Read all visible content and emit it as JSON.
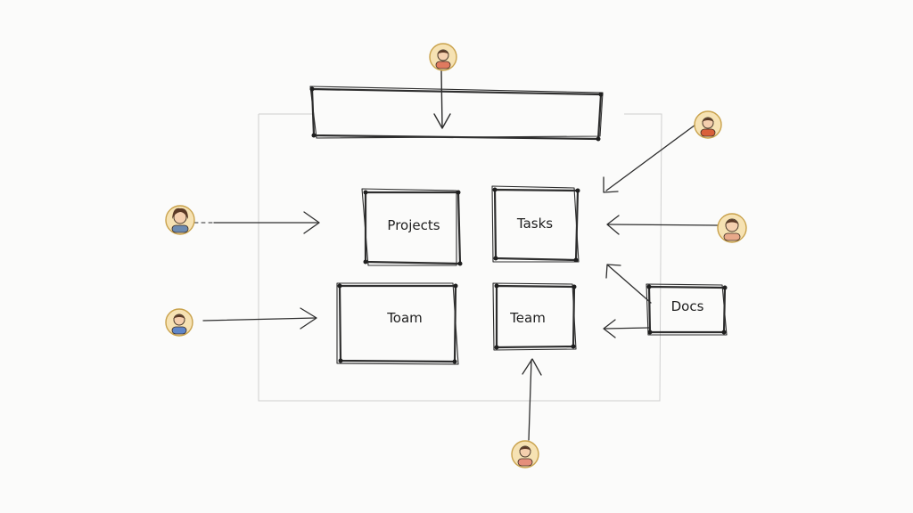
{
  "diagram": {
    "boxes": [
      {
        "id": "header-bar",
        "label": ""
      },
      {
        "id": "projects",
        "label": "Projects"
      },
      {
        "id": "tasks",
        "label": "Tasks"
      },
      {
        "id": "team-left",
        "label": "Toam"
      },
      {
        "id": "team-right",
        "label": "Team"
      },
      {
        "id": "docs",
        "label": "Docs"
      }
    ],
    "avatars": [
      {
        "id": "top",
        "shirt_color": "#e07a5f"
      },
      {
        "id": "top-right",
        "shirt_color": "#d9603b"
      },
      {
        "id": "right",
        "shirt_color": "#e8a98a"
      },
      {
        "id": "left-upper",
        "shirt_color": "#6d8bb0"
      },
      {
        "id": "left-lower",
        "shirt_color": "#5f86c9"
      },
      {
        "id": "bottom",
        "shirt_color": "#e58f7b"
      }
    ],
    "colors": {
      "ink": "#2e2e2e",
      "avatar_ring": "#f6e2b3",
      "background": "#fbfbfa"
    }
  }
}
